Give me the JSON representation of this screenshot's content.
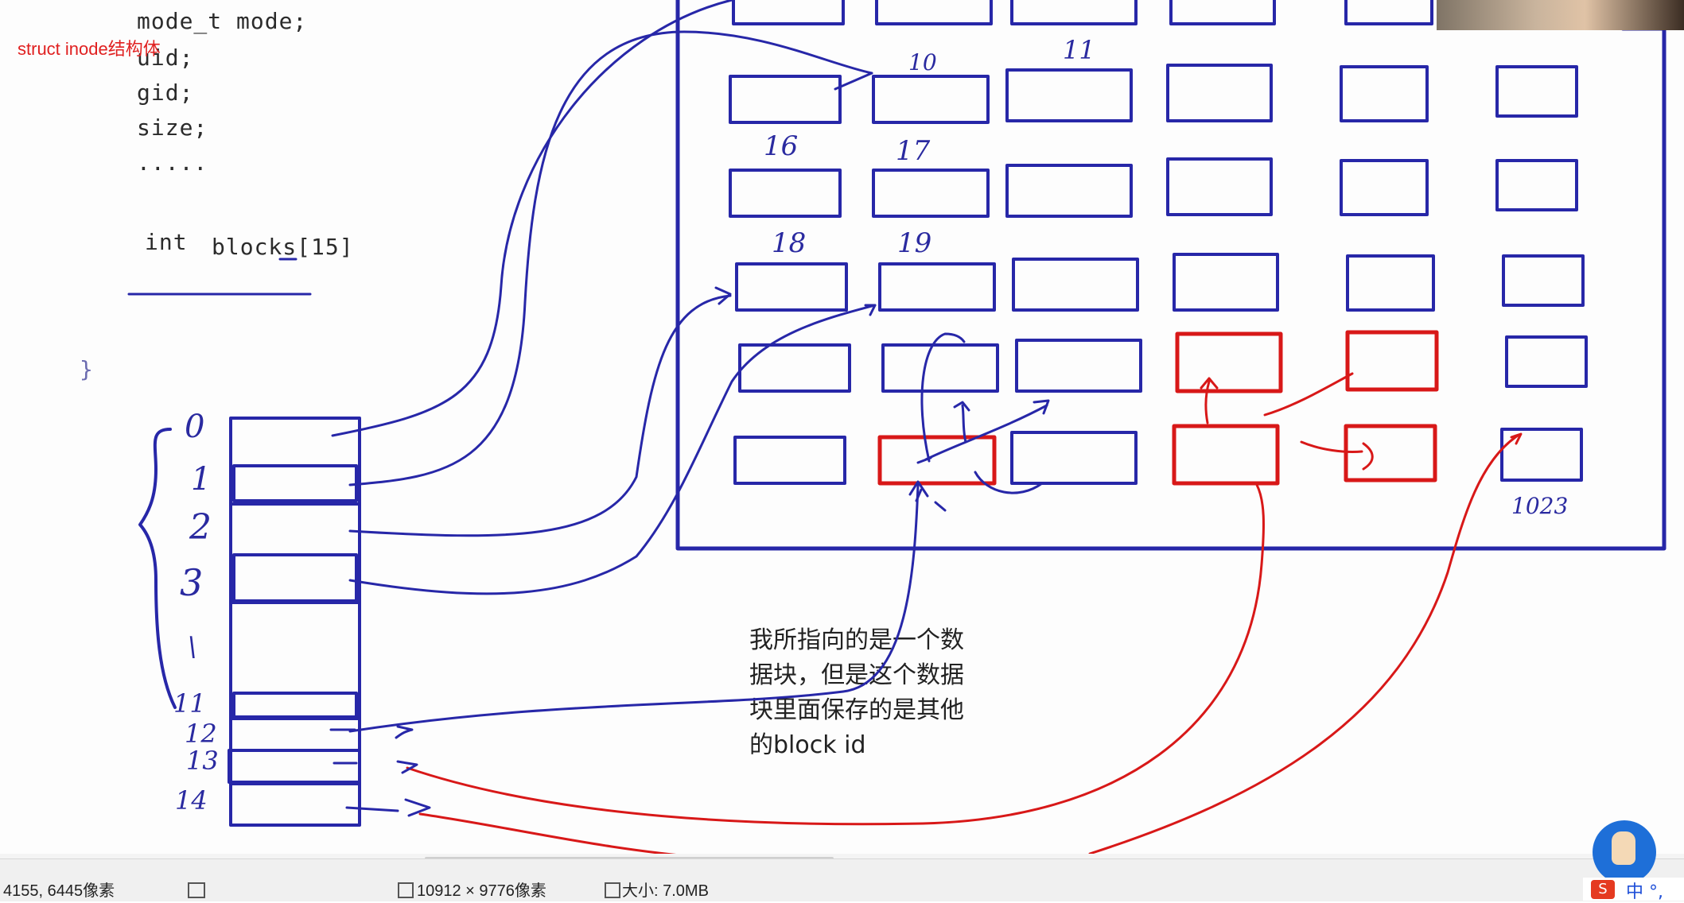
{
  "code": {
    "lines": [
      "mode_t mode;",
      "uid;",
      "gid;",
      "size;",
      "....."
    ],
    "int_kw": "int",
    "blocks_decl": "blocks[15]",
    "closing_brace": "}"
  },
  "struct_label": "struct inode结构体",
  "index_labels": [
    "0",
    "1",
    "2",
    "3",
    "\\",
    "11",
    "12",
    "13",
    "14"
  ],
  "grid_labels": [
    "10",
    "11",
    "16",
    "17",
    "18",
    "19",
    "1023"
  ],
  "note_lines": [
    "我所指向的是一个数",
    "据块，但是这个数据",
    "块里面保存的是其他",
    "的block id"
  ],
  "colors": {
    "ink_blue": "#2727a8",
    "ink_red": "#d81818",
    "note_text": "#222222"
  },
  "statusbar": {
    "position": "4155, 6445像素",
    "dimensions": "10912 × 9776像素",
    "size": "大小: 7.0MB",
    "ime_logo": "S",
    "ime_text": "中 °,"
  }
}
